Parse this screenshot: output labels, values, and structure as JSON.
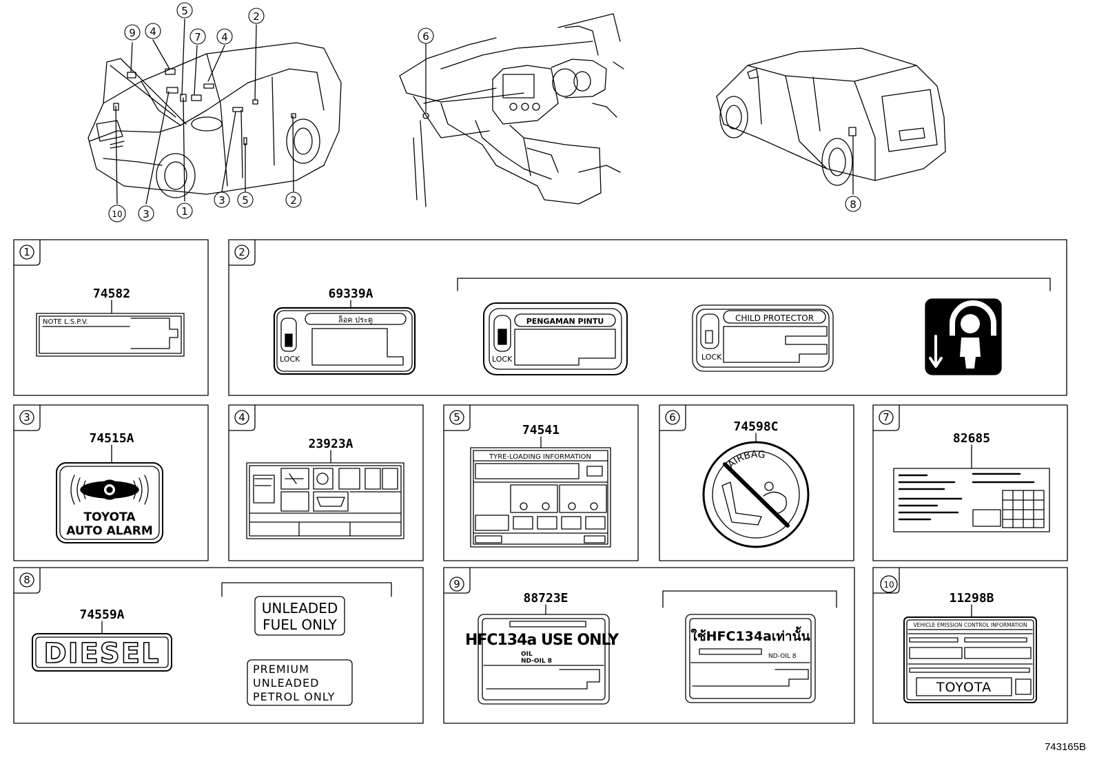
{
  "callouts": {
    "c1": "1",
    "c2": "2",
    "c3": "3",
    "c4": "4",
    "c5": "5",
    "c6": "6",
    "c7": "7",
    "c8": "8",
    "c9": "9",
    "c10": "10"
  },
  "panels": {
    "p1": {
      "num": "1",
      "part": "74582",
      "text": "NOTE  L.S.P.V."
    },
    "p2": {
      "num": "2",
      "part": "69339A",
      "thai": "ล็อค  ประตู",
      "pengaman": "PENGAMAN PINTU",
      "child": "CHILD PROTECTOR",
      "lock": "LOCK"
    },
    "p3": {
      "num": "3",
      "part": "74515A",
      "line1": "TOYOTA",
      "line2": "AUTO ALARM"
    },
    "p4": {
      "num": "4",
      "part": "23923A"
    },
    "p5": {
      "num": "5",
      "part": "74541",
      "title": "TYRE-LOADING INFORMATION"
    },
    "p6": {
      "num": "6",
      "part": "74598C",
      "text": "AIRBAG"
    },
    "p7": {
      "num": "7",
      "part": "82685"
    },
    "p8": {
      "num": "8",
      "part": "74559A",
      "diesel": "DIESEL",
      "unl1": "UNLEADED",
      "unl2": "FUEL ONLY",
      "prem1": "PREMIUM",
      "prem2": "UNLEADED",
      "prem3": "PETROL ONLY"
    },
    "p9": {
      "num": "9",
      "part": "88723E",
      "hfc": "HFC134a USE ONLY",
      "oil1": "OIL",
      "oil2": "ND-OIL 8",
      "thai": "ใช้HFC134aเท่านั้น",
      "ndoil": "ND-OIL 8"
    },
    "p10": {
      "num": "10",
      "part": "11298B",
      "header": "VEHICLE EMISSION CONTROL INFORMATION",
      "brand": "TOYOTA"
    }
  },
  "ref": "743165B"
}
